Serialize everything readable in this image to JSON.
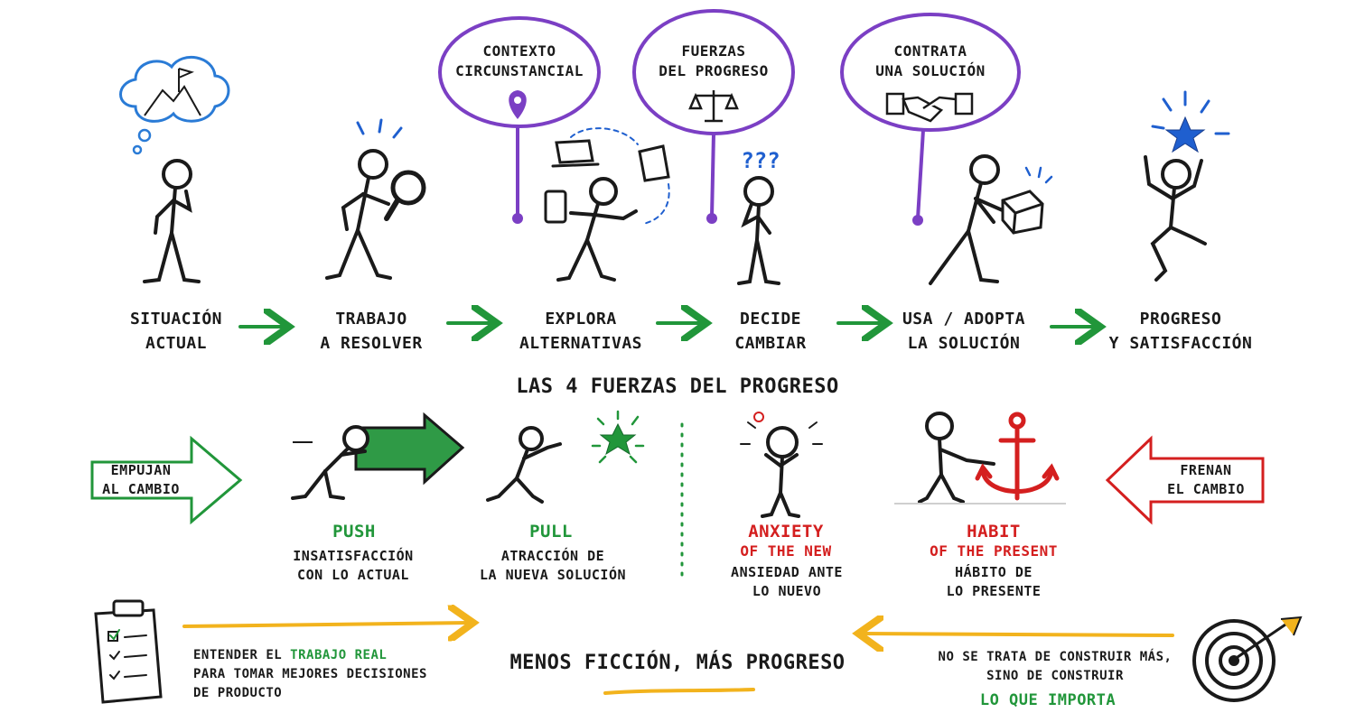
{
  "colors": {
    "ink": "#1a1a1a",
    "accent_purple": "#7b3fc4",
    "push_green": "#21963a",
    "habit_red": "#d41f1f",
    "arrow_yellow": "#f2b31d",
    "star_blue": "#1f5fcf",
    "cloud_blue": "#2a7bd6"
  },
  "journey": {
    "steps": [
      {
        "label": "SITUACIÓN\nACTUAL",
        "icon": "thinking-person-icon"
      },
      {
        "label": "TRABAJO\nA RESOLVER",
        "icon": "magnifier-person-icon"
      },
      {
        "label": "EXPLORA\nALTERNATIVAS",
        "icon": "juggling-devices-icon"
      },
      {
        "label": "DECIDE\nCAMBIAR",
        "icon": "question-person-icon"
      },
      {
        "label": "USA / ADOPTA\nLA SOLUCIÓN",
        "icon": "box-carrying-person-icon"
      },
      {
        "label": "PROGRESO\nY SATISFACCIÓN",
        "icon": "jumping-star-person-icon"
      }
    ],
    "bubbles": [
      {
        "label": "CONTEXTO\nCIRCUNSTANCIAL",
        "icon": "location-pin-icon"
      },
      {
        "label": "FUERZAS\nDEL PROGRESO",
        "icon": "balance-scale-icon"
      },
      {
        "label": "CONTRATA\nUNA SOLUCIÓN",
        "icon": "handshake-icon"
      }
    ]
  },
  "forces": {
    "title": "LAS 4 FUERZAS DEL PROGRESO",
    "left_arrow_label": "EMPUJAN\nAL CAMBIO",
    "right_arrow_label": "FRENAN\nEL CAMBIO",
    "items": [
      {
        "title": "PUSH",
        "subtitle": "",
        "desc": "INSATISFACCIÓN\nCON LO ACTUAL",
        "color": "#21963a"
      },
      {
        "title": "PULL",
        "subtitle": "",
        "desc": "ATRACCIÓN DE\nLA NUEVA SOLUCIÓN",
        "color": "#21963a"
      },
      {
        "title": "ANXIETY",
        "subtitle": "OF THE NEW",
        "desc": "ANSIEDAD ANTE\nLO NUEVO",
        "color": "#d41f1f"
      },
      {
        "title": "HABIT",
        "subtitle": "OF THE PRESENT",
        "desc": "HÁBITO DE\nLO PRESENTE",
        "color": "#d41f1f"
      }
    ]
  },
  "footer": {
    "left_prefix": "ENTENDER EL ",
    "left_highlight": "TRABAJO REAL",
    "left_rest": "\nPARA TOMAR MEJORES DECISIONES\nDE PRODUCTO",
    "center": "MENOS FICCIÓN, MÁS PROGRESO",
    "right_plain": "NO SE TRATA DE CONSTRUIR MÁS,\nSINO DE CONSTRUIR",
    "right_highlight": "LO QUE IMPORTA"
  }
}
